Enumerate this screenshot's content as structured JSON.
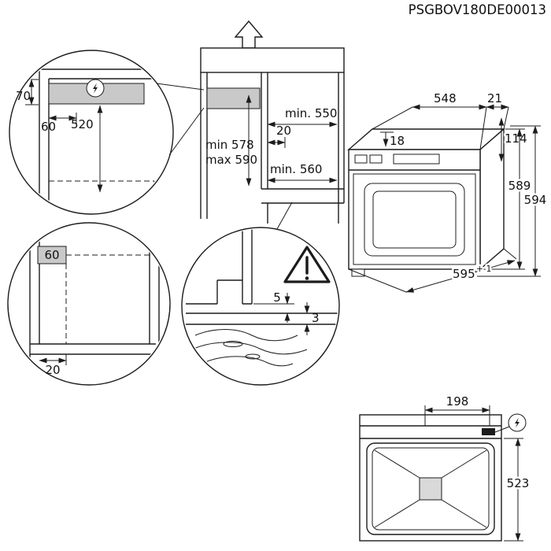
{
  "title": "PSGBOV180DE00013",
  "colors": {
    "line": "#1c1c1c",
    "shade": "#c9c9c9",
    "background": "#ffffff"
  },
  "icons": {
    "power": "lightning-bolt-in-circle",
    "caution": "warning-exclamation-triangle",
    "insert_direction": "hollow-up-arrow"
  },
  "detail_top": {
    "d70": "70",
    "d60": "60",
    "d520": "520"
  },
  "niche": {
    "min550": "min. 550",
    "d20": "20",
    "min578": "min 578",
    "max590": "max 590",
    "min560": "min. 560"
  },
  "oven": {
    "d548": "548",
    "d21": "21",
    "d18": "18",
    "d114": "114",
    "d589": "589",
    "d594": "594",
    "d595": "595",
    "tol": "+-1"
  },
  "detail_mid": {
    "d60": "60",
    "d20": "20"
  },
  "gap": {
    "d5": "5",
    "d3": "3"
  },
  "topview": {
    "d198": "198",
    "d523": "523"
  }
}
